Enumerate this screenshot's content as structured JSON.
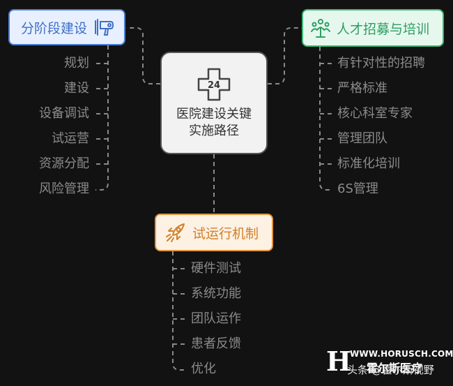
{
  "center": {
    "icon_text": "24",
    "title": "医院建设关键实施路径"
  },
  "branches": {
    "phased": {
      "label": "分阶段建设",
      "icon": "hairdryer-icon",
      "color": "#4a7fd6",
      "items": [
        "规划",
        "建设",
        "设备调试",
        "试运营",
        "资源分配",
        "风险管理"
      ]
    },
    "talent": {
      "label": "人才招募与培训",
      "icon": "team-icon",
      "color": "#3cb878",
      "items": [
        "有针对性的招聘",
        "严格标准",
        "核心科室专家",
        "管理团队",
        "标准化培训",
        "6S管理"
      ]
    },
    "trial": {
      "label": "试运行机制",
      "icon": "rocket-icon",
      "color": "#e3963e",
      "items": [
        "硬件测试",
        "系统功能",
        "团队运作",
        "患者反馈",
        "优化"
      ]
    }
  },
  "watermark": {
    "url": "WWW.HORUSCH.COM",
    "logo_letter": "H",
    "brand": "霍尔斯医疗",
    "overlay": "头条 @霍尔斯视野"
  }
}
